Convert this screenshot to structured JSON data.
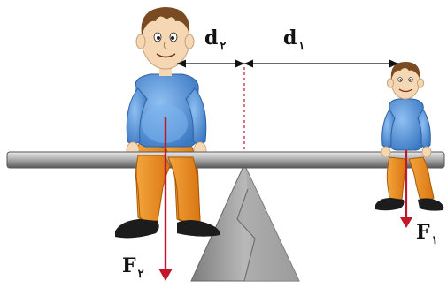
{
  "labels": {
    "d2": {
      "symbol": "d",
      "sub": "۲"
    },
    "d1": {
      "symbol": "d",
      "sub": "۱"
    },
    "F2": {
      "symbol": "F",
      "sub": "۲"
    },
    "F1": {
      "symbol": "F",
      "sub": "۱"
    }
  },
  "colors": {
    "force_arrow": "#c0182a",
    "pivot_line": "#c0182a",
    "shirt": "#4a8ad6",
    "pants": "#e8871e",
    "hair": "#7a4a22",
    "skin": "#f6d7b4",
    "beam": "#8c8c8c",
    "fulcrum": "#9a9a9a"
  }
}
